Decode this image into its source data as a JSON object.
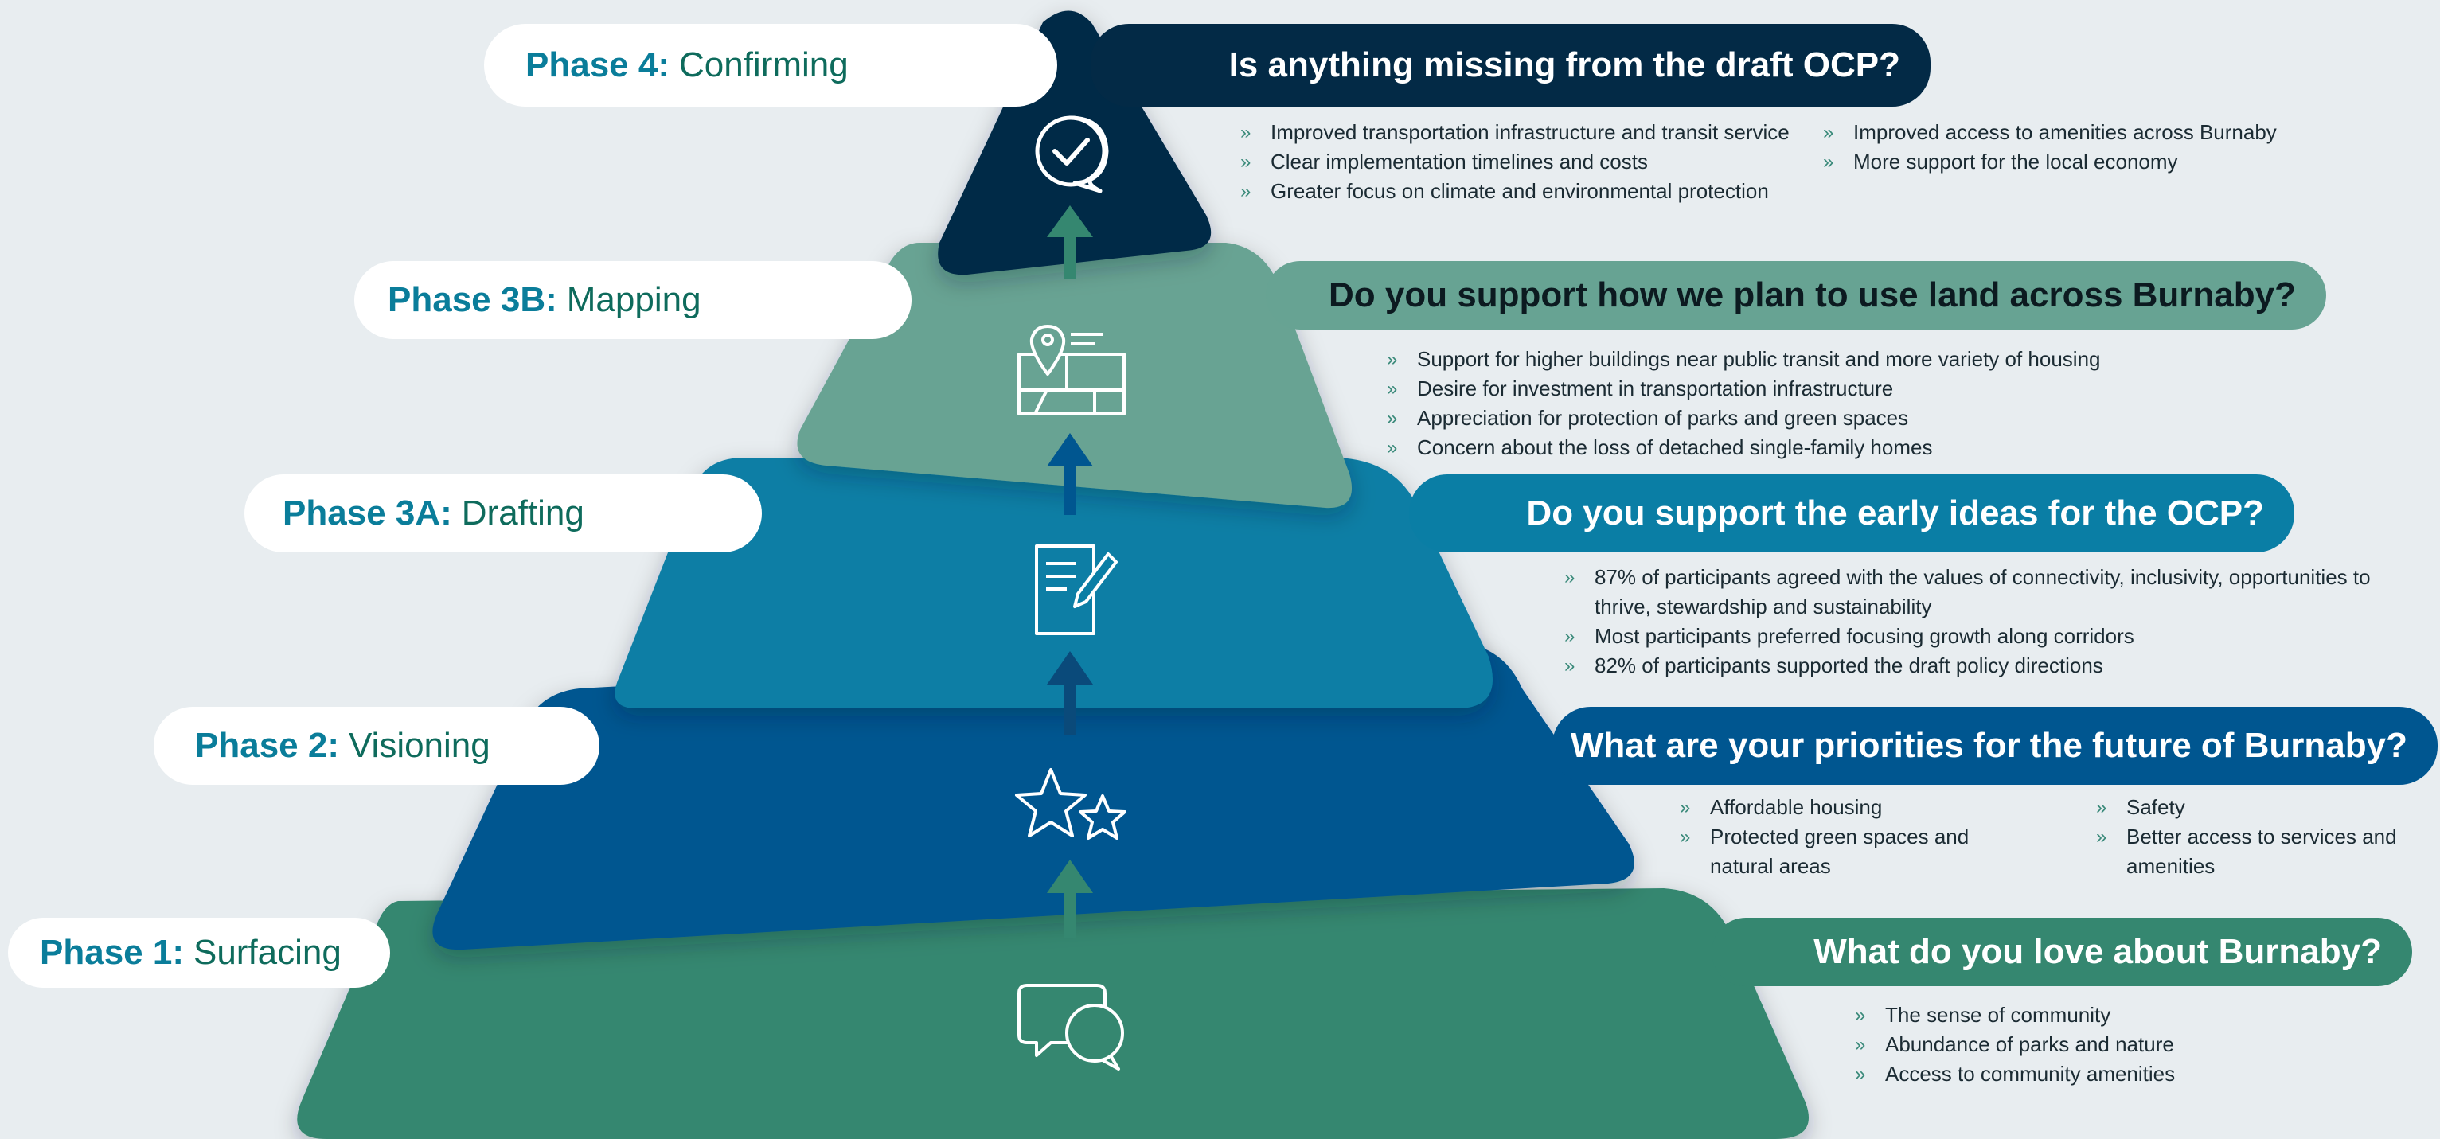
{
  "phases": [
    {
      "id": "phase4",
      "phase_label": "Phase 4:",
      "phase_name": "Confirming",
      "question": "Is anything missing from the draft OCP?",
      "icon": "checkmark-speech-bubble-icon",
      "color": "#032a46",
      "bullets_col1": [
        "Improved transportation infrastructure and transit service",
        "Clear implementation timelines and costs",
        "Greater focus on climate and environmental protection"
      ],
      "bullets_col2": [
        "Improved access to amenities across Burnaby",
        "More support for the local economy"
      ]
    },
    {
      "id": "phase3b",
      "phase_label": "Phase 3B:",
      "phase_name": "Mapping",
      "question": "Do you support how we plan to use land across Burnaby?",
      "icon": "map-pin-icon",
      "color": "#67a393",
      "bullets_col1": [
        "Support for higher buildings near public transit and more variety of housing",
        "Desire for investment in transportation infrastructure",
        "Appreciation for protection of parks and green spaces",
        "Concern about the loss of detached single-family homes"
      ],
      "bullets_col2": []
    },
    {
      "id": "phase3a",
      "phase_label": "Phase 3A:",
      "phase_name": "Drafting",
      "question": "Do you support the early ideas for the OCP?",
      "icon": "document-pencil-icon",
      "color": "#0a7ea5",
      "bullets_col1": [
        "87% of participants agreed with the values of connectivity, inclusivity, opportunities to thrive, stewardship and sustainability",
        "Most participants preferred focusing growth along corridors",
        "82% of participants supported the draft policy directions"
      ],
      "bullets_col2": []
    },
    {
      "id": "phase2",
      "phase_label": "Phase 2:",
      "phase_name": "Visioning",
      "question": "What are your priorities for the future of Burnaby?",
      "icon": "stars-icon",
      "color": "#005690",
      "bullets_col1": [
        "Affordable housing",
        "Protected green spaces and natural areas"
      ],
      "bullets_col2": [
        "Safety",
        "Better access to services and amenities"
      ]
    },
    {
      "id": "phase1",
      "phase_label": "Phase 1:",
      "phase_name": "Surfacing",
      "question": "What do you love about Burnaby?",
      "icon": "chat-bubbles-icon",
      "color": "#358770",
      "bullets_col1": [
        "The sense of community",
        "Abundance of parks and nature",
        "Access to community amenities"
      ],
      "bullets_col2": []
    }
  ],
  "colors": {
    "background": "#e8edf0",
    "phase_label_text": "#0a7d9a",
    "phase_name_text": "#0e6b5c",
    "arrow": "#358770",
    "bullet_text": "#1b2b33"
  }
}
